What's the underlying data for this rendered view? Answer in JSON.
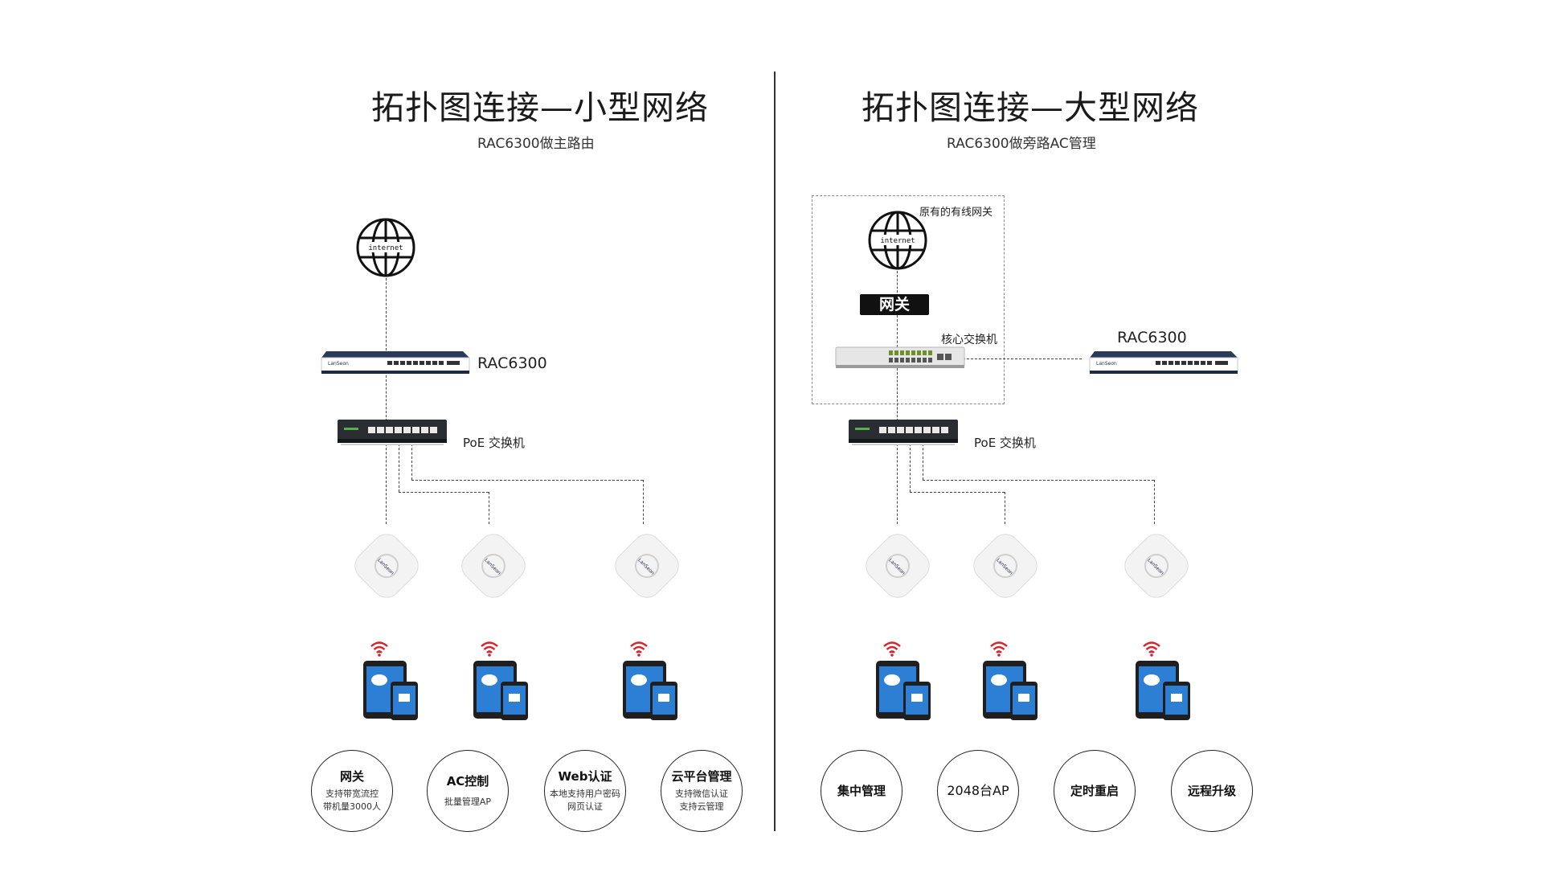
{
  "left": {
    "title": "拓扑图连接—小型网络",
    "subtitle": "RAC6300做主路由",
    "internet_label": "internet",
    "router_label": "RAC6300",
    "router_brand": "LanSeon",
    "switch_label": "PoE 交换机",
    "ap_brand": "LanSeon",
    "features": [
      {
        "title": "网关",
        "line1": "支持带宽流控",
        "line2": "带机量3000人"
      },
      {
        "title": "AC控制",
        "line1": "批量管理AP",
        "line2": ""
      },
      {
        "title": "Web认证",
        "line1": "本地支持用户密码",
        "line2": "网页认证"
      },
      {
        "title": "云平台管理",
        "line1": "支持微信认证",
        "line2": "支持云管理"
      }
    ]
  },
  "right": {
    "title": "拓扑图连接—大型网络",
    "subtitle": "RAC6300做旁路AC管理",
    "gateway_box_label": "原有的有线网关",
    "internet_label": "internet",
    "gateway_tag": "网关",
    "core_switch_label": "核心交换机",
    "router_label": "RAC6300",
    "router_brand": "LanSeon",
    "switch_label": "PoE 交换机",
    "ap_brand": "LanSeon",
    "features": [
      {
        "title": "集中管理"
      },
      {
        "title": "2048台AP"
      },
      {
        "title": "定时重启"
      },
      {
        "title": "远程升级"
      }
    ]
  },
  "colors": {
    "wifi": "#d8232a",
    "device_body": "#1f1f1f",
    "screen": "#2d7fd6",
    "router_body": "#1e2a44"
  }
}
